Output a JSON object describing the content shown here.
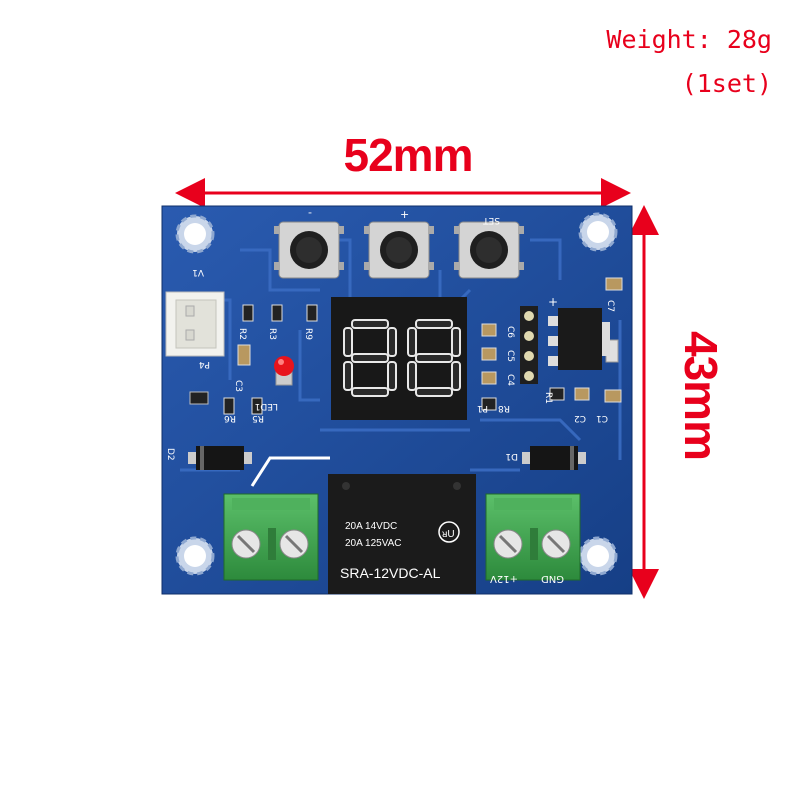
{
  "annotation": {
    "weight": "Weight: 28g",
    "set": "(1set)",
    "width": "52mm",
    "height": "43mm"
  },
  "board": {
    "button_labels": [
      "-",
      "+",
      "SET"
    ],
    "silkscreen": [
      "V1",
      "P4",
      "R2",
      "R3",
      "R9",
      "C3",
      "LED1",
      "R6",
      "R5",
      "D2",
      "C6",
      "C5",
      "C4",
      "P1",
      "R8",
      "R1",
      "C2",
      "C1",
      "C7",
      "D1"
    ],
    "relay": {
      "line1": "20A 14VDC",
      "line2": "20A 125VAC",
      "model": "SRA-12VDC-AL"
    },
    "terminal_labels": [
      "+12V",
      "GND"
    ],
    "display_digits": "88"
  },
  "colors": {
    "pcb": "#1f4fa0",
    "annotation": "#e8001c",
    "terminal": "#3aa04a",
    "relay": "#1b1b1b",
    "led": "#e8141c"
  }
}
